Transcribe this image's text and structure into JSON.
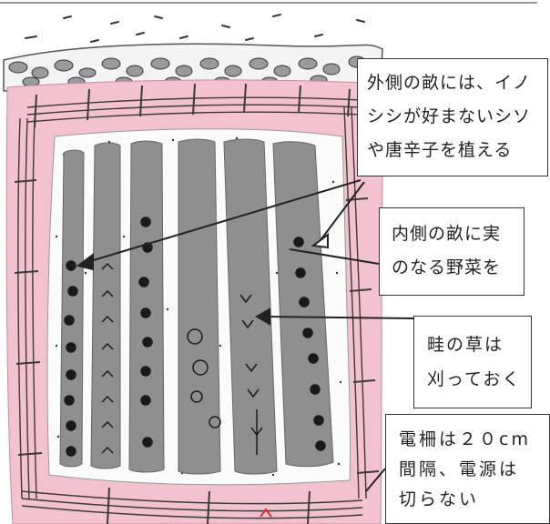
{
  "diagram": {
    "colors": {
      "field_border": "#f2c3cf",
      "paths": "#ffffff",
      "beds": "#8f8f8f",
      "plants": "#1a1a1a",
      "stones": "#9a9a9a",
      "fence": "#3a3a3a",
      "callout_border": "#333333"
    },
    "callouts": [
      {
        "lines": [
          "外側の畝には、イノ",
          "シシが好まないシソ",
          "や唐辛子を植える"
        ]
      },
      {
        "lines": [
          "内側の畝に実",
          "のなる野菜を"
        ]
      },
      {
        "lines": [
          "畦の草は",
          "刈っておく"
        ]
      },
      {
        "lines": [
          "電柵は２０cm",
          "間隔、電源は",
          "切らない"
        ]
      }
    ]
  }
}
